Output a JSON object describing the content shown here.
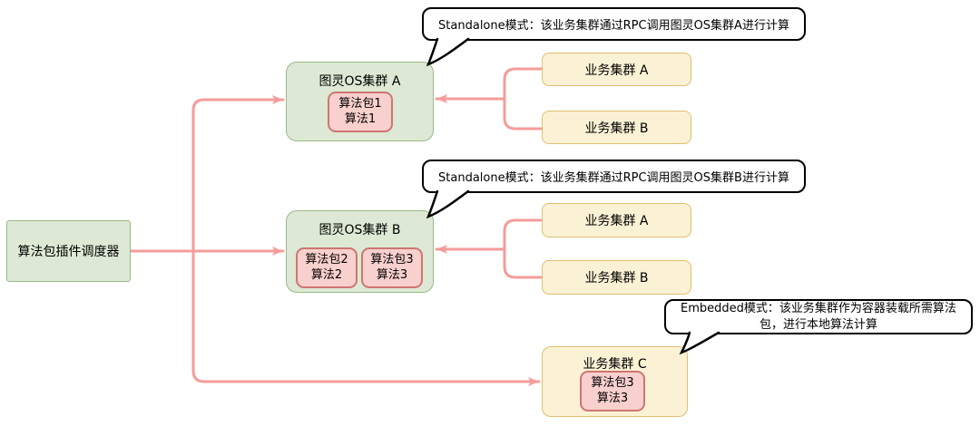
{
  "colors": {
    "green_fill": "#dde9d4",
    "green_border": "#9bb989",
    "yellow_fill": "#fbf2d5",
    "yellow_border": "#dfbf70",
    "pink_fill": "#f8d0ce",
    "pink_border": "#cd7672",
    "arrow": "#f59c99",
    "callout_fill": "#ffffff",
    "callout_border": "#000000",
    "text": "#000000"
  },
  "scheduler": {
    "label": "算法包插件调度器"
  },
  "os_clusters": [
    {
      "title": "图灵OS集群 A",
      "packages": [
        {
          "line1": "算法包1",
          "line2": "算法1"
        }
      ]
    },
    {
      "title": "图灵OS集群 B",
      "packages": [
        {
          "line1": "算法包2",
          "line2": "算法2"
        },
        {
          "line1": "算法包3",
          "line2": "算法3"
        }
      ]
    }
  ],
  "business_clusters": [
    {
      "label": "业务集群 A"
    },
    {
      "label": "业务集群 B"
    },
    {
      "label": "业务集群 A"
    },
    {
      "label": "业务集群 B"
    },
    {
      "label": "业务集群 C",
      "packages": [
        {
          "line1": "算法包3",
          "line2": "算法3"
        }
      ]
    }
  ],
  "callouts": [
    {
      "text": "Standalone模式：该业务集群通过RPC调用图灵OS集群A进行计算"
    },
    {
      "text": "Standalone模式：该业务集群通过RPC调用图灵OS集群B进行计算"
    },
    {
      "text": "Embedded模式：该业务集群作为容器装载所需算法包，进行本地算法计算"
    }
  ]
}
